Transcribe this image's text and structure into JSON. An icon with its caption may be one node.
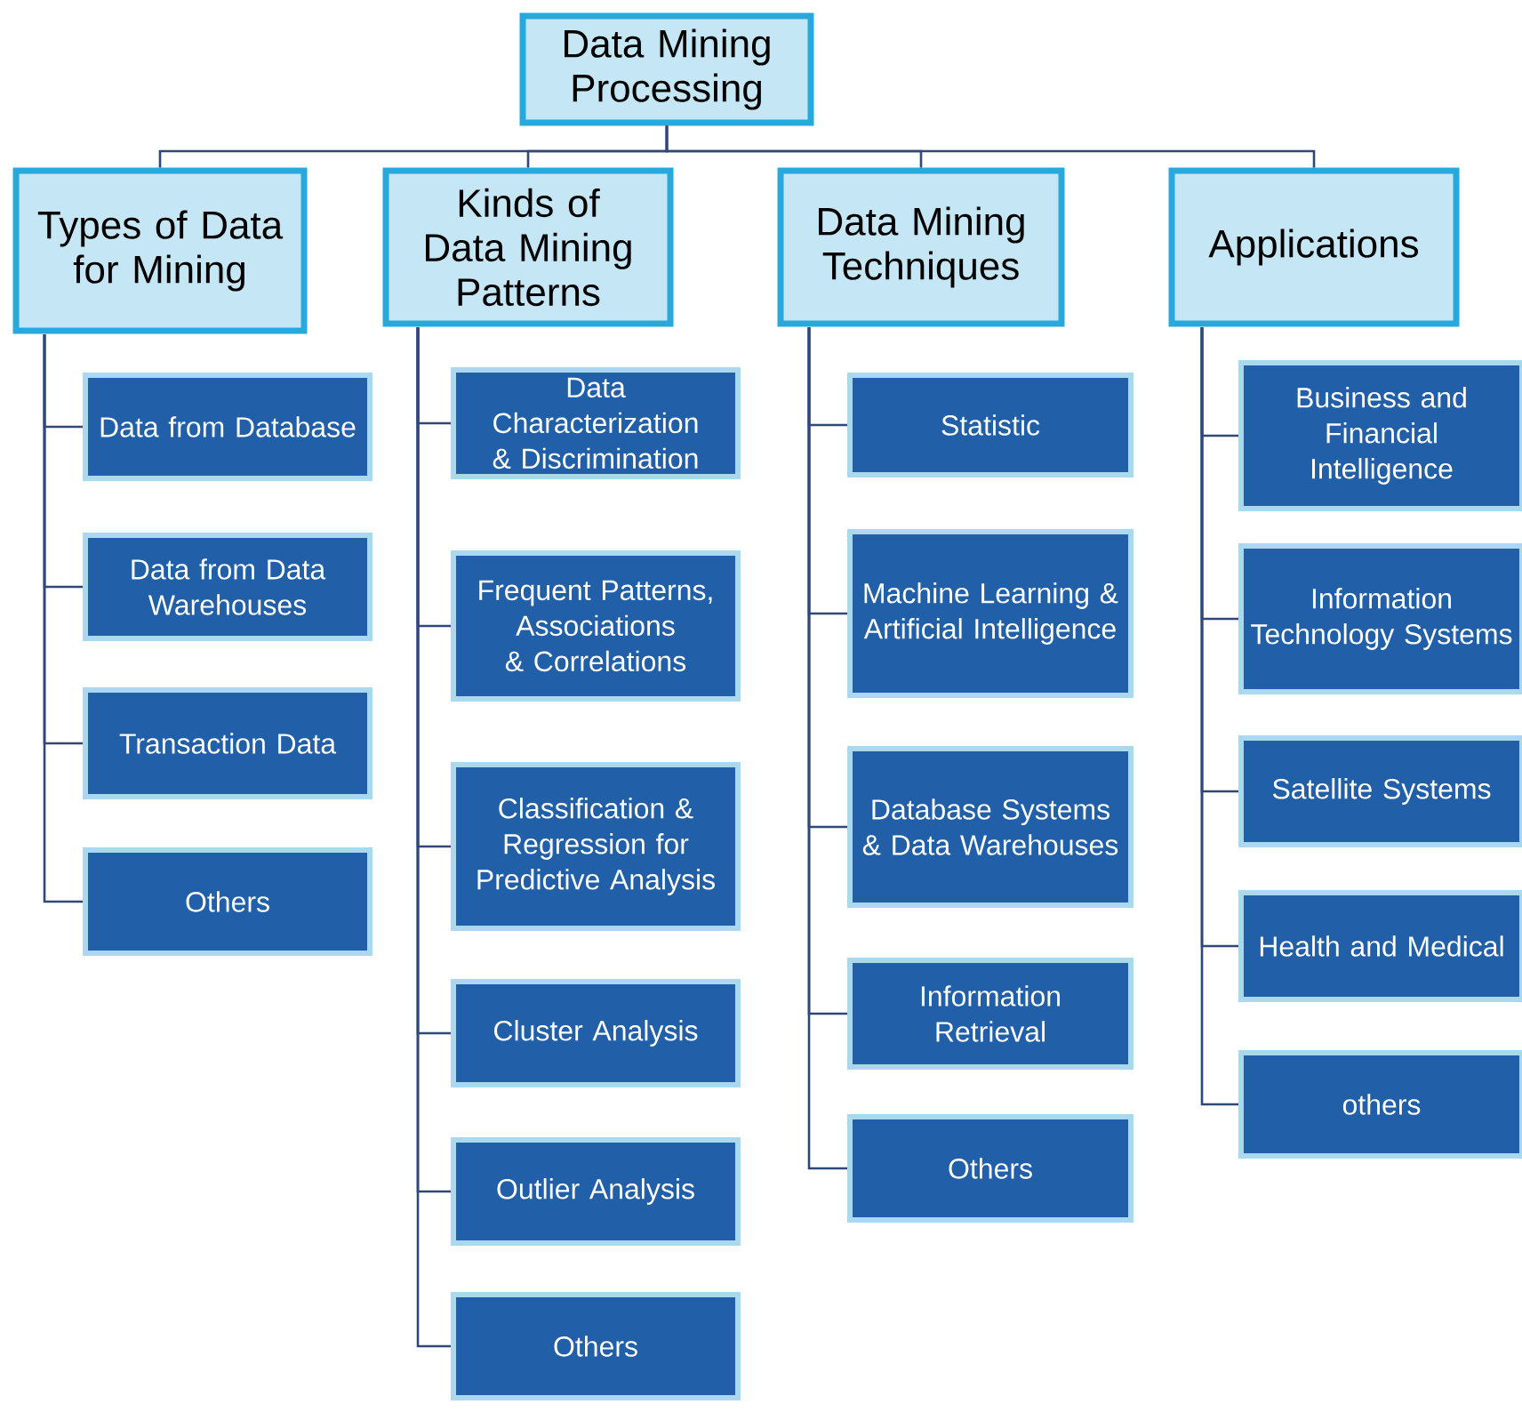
{
  "diagram": {
    "nodes": [
      {
        "text": [
          "Data Mining Processing"
        ]
      },
      {
        "text": [
          "Types of Data for Mining"
        ]
      },
      {
        "text": [
          "Kinds of Data Mining Patterns"
        ]
      },
      {
        "text": [
          "Data Mining Techniques"
        ]
      },
      {
        "text": [
          "Applications"
        ]
      },
      {
        "text": [
          "Data from Database"
        ]
      },
      {
        "text": [
          "Data from Data Warehouses"
        ]
      },
      {
        "text": [
          "Transaction Data"
        ]
      },
      {
        "text": [
          "Others"
        ]
      },
      {
        "text": [
          "Data Characterization & Discrimination"
        ]
      },
      {
        "text": [
          "Frequent Patterns, Associations & Correlations"
        ]
      },
      {
        "text": [
          "Classification & Regression for Predictive Analysis"
        ]
      },
      {
        "text": [
          "Cluster Analysis"
        ]
      },
      {
        "text": [
          "Outlier Analysis"
        ]
      },
      {
        "text": [
          "Others"
        ]
      },
      {
        "text": [
          "Statistic"
        ]
      },
      {
        "text": [
          "Machine Learning & Artificial Intelligence"
        ]
      },
      {
        "text": [
          "Database Systems & Data Warehouses"
        ]
      },
      {
        "text": [
          "Information Retrieval"
        ]
      },
      {
        "text": [
          "Others"
        ]
      },
      {
        "text": [
          "Business and Financial Intelligence"
        ]
      },
      {
        "text": [
          "Information Technology Systems"
        ]
      },
      {
        "text": [
          "Satellite Systems"
        ]
      },
      {
        "text": [
          "Health and Medical"
        ]
      },
      {
        "text": [
          "others"
        ]
      }
    ],
    "edges": [
      {
        "from": 0,
        "to": 1,
        "arrow": "none"
      },
      {
        "from": 0,
        "to": 2,
        "arrow": "none"
      },
      {
        "from": 0,
        "to": 3,
        "arrow": "none"
      },
      {
        "from": 0,
        "to": 4,
        "arrow": "none"
      },
      {
        "from": 1,
        "to": 5,
        "arrow": "none"
      },
      {
        "from": 1,
        "to": 6,
        "arrow": "none"
      },
      {
        "from": 1,
        "to": 7,
        "arrow": "none"
      },
      {
        "from": 1,
        "to": 8,
        "arrow": "none"
      },
      {
        "from": 2,
        "to": 9,
        "arrow": "none"
      },
      {
        "from": 2,
        "to": 10,
        "arrow": "none"
      },
      {
        "from": 2,
        "to": 11,
        "arrow": "none"
      },
      {
        "from": 2,
        "to": 12,
        "arrow": "none"
      },
      {
        "from": 2,
        "to": 13,
        "arrow": "none"
      },
      {
        "from": 2,
        "to": 14,
        "arrow": "none"
      },
      {
        "from": 3,
        "to": 15,
        "arrow": "none"
      },
      {
        "from": 3,
        "to": 16,
        "arrow": "none"
      },
      {
        "from": 3,
        "to": 17,
        "arrow": "none"
      },
      {
        "from": 3,
        "to": 18,
        "arrow": "none"
      },
      {
        "from": 3,
        "to": 19,
        "arrow": "none"
      },
      {
        "from": 4,
        "to": 20,
        "arrow": "none"
      },
      {
        "from": 4,
        "to": 21,
        "arrow": "none"
      },
      {
        "from": 4,
        "to": 22,
        "arrow": "none"
      },
      {
        "from": 4,
        "to": 23,
        "arrow": "none"
      },
      {
        "from": 4,
        "to": 24,
        "arrow": "none"
      }
    ]
  }
}
